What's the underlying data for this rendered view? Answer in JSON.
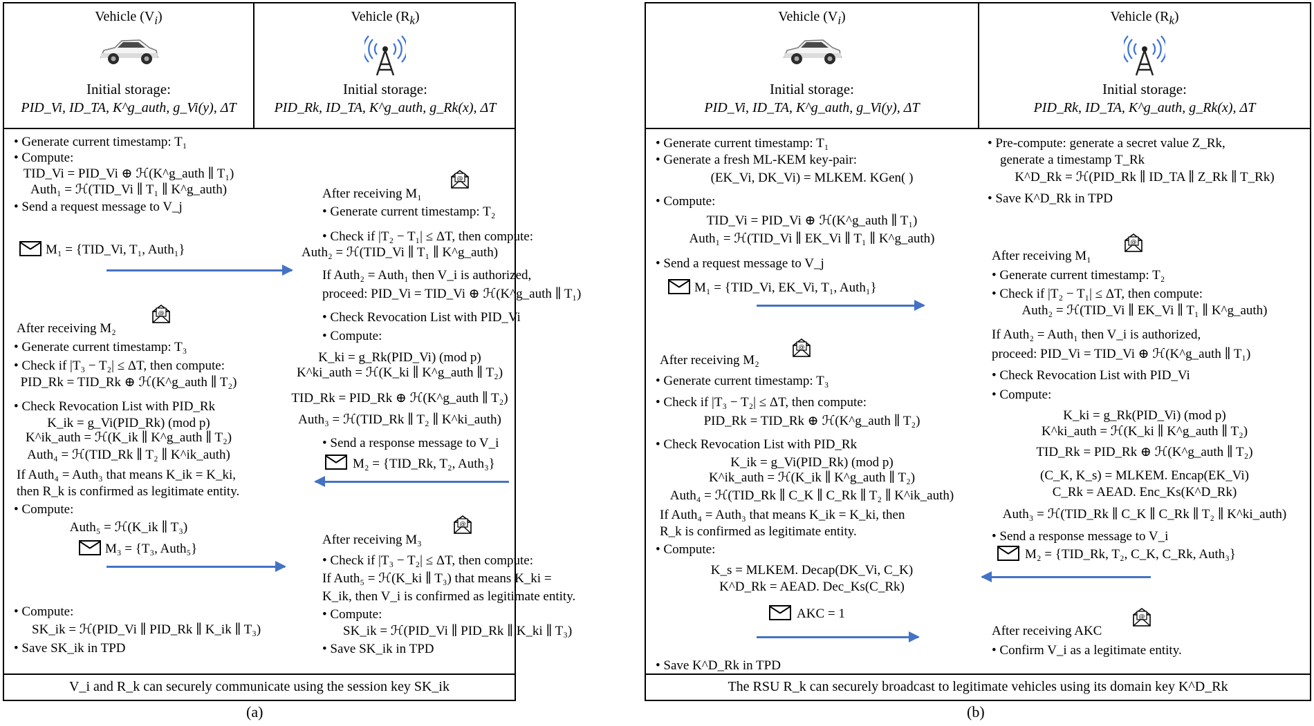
{
  "panel_a": {
    "hdr_left": {
      "title": "Vehicle (V",
      "title_sub": "i",
      "storage_label": "Initial storage:",
      "storage": "PID_Vi, ID_TA, K^g_auth, g_Vi(y), ΔT"
    },
    "hdr_right": {
      "title": "Vehicle (R",
      "title_sub": "k",
      "storage_label": "Initial storage:",
      "storage": "PID_Rk, ID_TA, K^g_auth, g_Rk(x), ΔT"
    },
    "left_lines": [
      "• Generate current timestamp: T₁",
      "• Compute:",
      "TID_Vi = PID_Vi ⊕ ℋ(K^g_auth ∥ T₁)",
      "Auth₁ = ℋ(TID_Vi ∥ T₁ ∥ K^g_auth)",
      "• Send a request message to V_j",
      "M₁ = {TID_Vi, T₁, Auth₁}",
      "After receiving M₂",
      "• Generate current timestamp: T₃",
      "• Check if |T₃ − T₂| ≤ ΔT, then compute:",
      "PID_Rk = TID_Rk ⊕ ℋ(K^g_auth ∥ T₂)",
      "• Check Revocation List with PID_Rk",
      "K_ik = g_Vi(PID_Rk) (mod p)",
      "K^ik_auth = ℋ(K_ik ∥ K^g_auth ∥ T₂)",
      "Auth₄ = ℋ(TID_Rk ∥ T₂ ∥ K^ik_auth)",
      "If Auth₄ = Auth₃ that means K_ik = K_ki,",
      "then R_k is confirmed as legitimate entity.",
      "• Compute:",
      "Auth₅ = ℋ(K_ik ∥ T₃)",
      "M₃ = {T₃, Auth₅}",
      "• Compute:",
      "SK_ik = ℋ(PID_Vi ∥ PID_Rk ∥ K_ik ∥ T₃)",
      "• Save SK_ik in TPD"
    ],
    "right_lines": [
      "After receiving M₁",
      "• Generate current timestamp: T₂",
      "• Check if |T₂ − T₁| ≤ ΔT, then compute:",
      "Auth₂ = ℋ(TID_Vi ∥ T₁ ∥ K^g_auth)",
      "If Auth₂ = Auth₁ then V_i is authorized,",
      "proceed: PID_Vi = TID_Vi ⊕ ℋ(K^g_auth ∥ T₁)",
      "• Check Revocation List with PID_Vi",
      "• Compute:",
      "K_ki = g_Rk(PID_Vi) (mod p)",
      "K^ki_auth = ℋ(K_ki ∥ K^g_auth ∥ T₂)",
      "TID_Rk = PID_Rk ⊕ ℋ(K^g_auth ∥ T₂)",
      "Auth₃ = ℋ(TID_Rk ∥ T₂ ∥ K^ki_auth)",
      "• Send a response message to V_i",
      "M₂ = {TID_Rk, T₂, Auth₃}",
      "After receiving M₃",
      "• Check if |T₃ − T₂| ≤ ΔT, then compute:",
      "If Auth₅ = ℋ(K_ki ∥ T₃) that means K_ki =",
      "K_ik, then V_i is confirmed as legitimate entity.",
      "• Compute:",
      "SK_ik = ℋ(PID_Vi ∥ PID_Rk ∥ K_ki ∥ T₃)",
      "• Save SK_ik in TPD"
    ],
    "footer": "V_i and R_k can securely communicate using the session key SK_ik",
    "caption": "(a)"
  },
  "panel_b": {
    "hdr_left": {
      "title": "Vehicle (V",
      "title_sub": "i",
      "storage_label": "Initial storage:",
      "storage": "PID_Vi, ID_TA, K^g_auth, g_Vi(y), ΔT"
    },
    "hdr_right": {
      "title": "Vehicle (R",
      "title_sub": "k",
      "storage_label": "Initial storage:",
      "storage": "PID_Rk, ID_TA, K^g_auth, g_Rk(x), ΔT"
    },
    "left_lines": [
      "• Generate current timestamp: T₁",
      "• Generate a fresh ML-KEM key-pair:",
      "(EK_Vi, DK_Vi) = MLKEM. KGen( )",
      "• Compute:",
      "TID_Vi = PID_Vi ⊕ ℋ(K^g_auth ∥ T₁)",
      "Auth₁ = ℋ(TID_Vi ∥ EK_Vi ∥ T₁ ∥ K^g_auth)",
      "• Send a request message to V_j",
      "M₁ = {TID_Vi, EK_Vi, T₁, Auth₁}",
      "After receiving M₂",
      "• Generate current timestamp: T₃",
      "• Check if |T₃ − T₂| ≤ ΔT, then compute:",
      "PID_Rk = TID_Rk ⊕ ℋ(K^g_auth ∥ T₂)",
      "• Check Revocation List with PID_Rk",
      "K_ik = g_Vi(PID_Rk) (mod p)",
      "K^ik_auth = ℋ(K_ik ∥ K^g_auth ∥ T₂)",
      "Auth₄ = ℋ(TID_Rk ∥ C_K ∥ C_Rk ∥ T₂ ∥ K^ik_auth)",
      "If Auth₄ = Auth₃ that means K_ik = K_ki, then",
      "R_k is confirmed as legitimate entity.",
      "• Compute:",
      "K_s = MLKEM. Decap(DK_Vi, C_K)",
      "K^D_Rk = AEAD. Dec_Ks(C_Rk)",
      "AKC = 1",
      "• Save K^D_Rk in TPD"
    ],
    "right_lines": [
      "• Pre-compute: generate a secret value Z_Rk,",
      "generate a timestamp T_Rk",
      "K^D_Rk = ℋ(PID_Rk ∥ ID_TA ∥ Z_Rk ∥ T_Rk)",
      "• Save K^D_Rk in TPD",
      "After receiving M₁",
      "• Generate current timestamp: T₂",
      "• Check if |T₂ − T₁| ≤ ΔT, then compute:",
      "Auth₂ = ℋ(TID_Vi ∥ EK_Vi ∥ T₁ ∥ K^g_auth)",
      "If Auth₂ = Auth₁ then V_i is authorized,",
      "proceed: PID_Vi = TID_Vi ⊕ ℋ(K^g_auth ∥ T₁)",
      "• Check Revocation List with PID_Vi",
      "• Compute:",
      "K_ki = g_Rk(PID_Vi) (mod p)",
      "K^ki_auth = ℋ(K_ki ∥ K^g_auth ∥ T₂)",
      "TID_Rk = PID_Rk ⊕ ℋ(K^g_auth ∥ T₂)",
      "(C_K, K_s) = MLKEM. Encap(EK_Vi)",
      "C_Rk = AEAD. Enc_Ks(K^D_Rk)",
      "Auth₃ = ℋ(TID_Rk ∥ C_K ∥ C_Rk ∥ T₂ ∥ K^ki_auth)",
      "• Send a response message to V_i",
      "M₂ = {TID_Rk, T₂, C_K, C_Rk, Auth₃}",
      "After receiving AKC",
      "• Confirm V_i as a legitimate entity."
    ],
    "footer": "The RSU R_k can securely broadcast to legitimate vehicles using its domain key K^D_Rk",
    "caption": "(b)"
  }
}
